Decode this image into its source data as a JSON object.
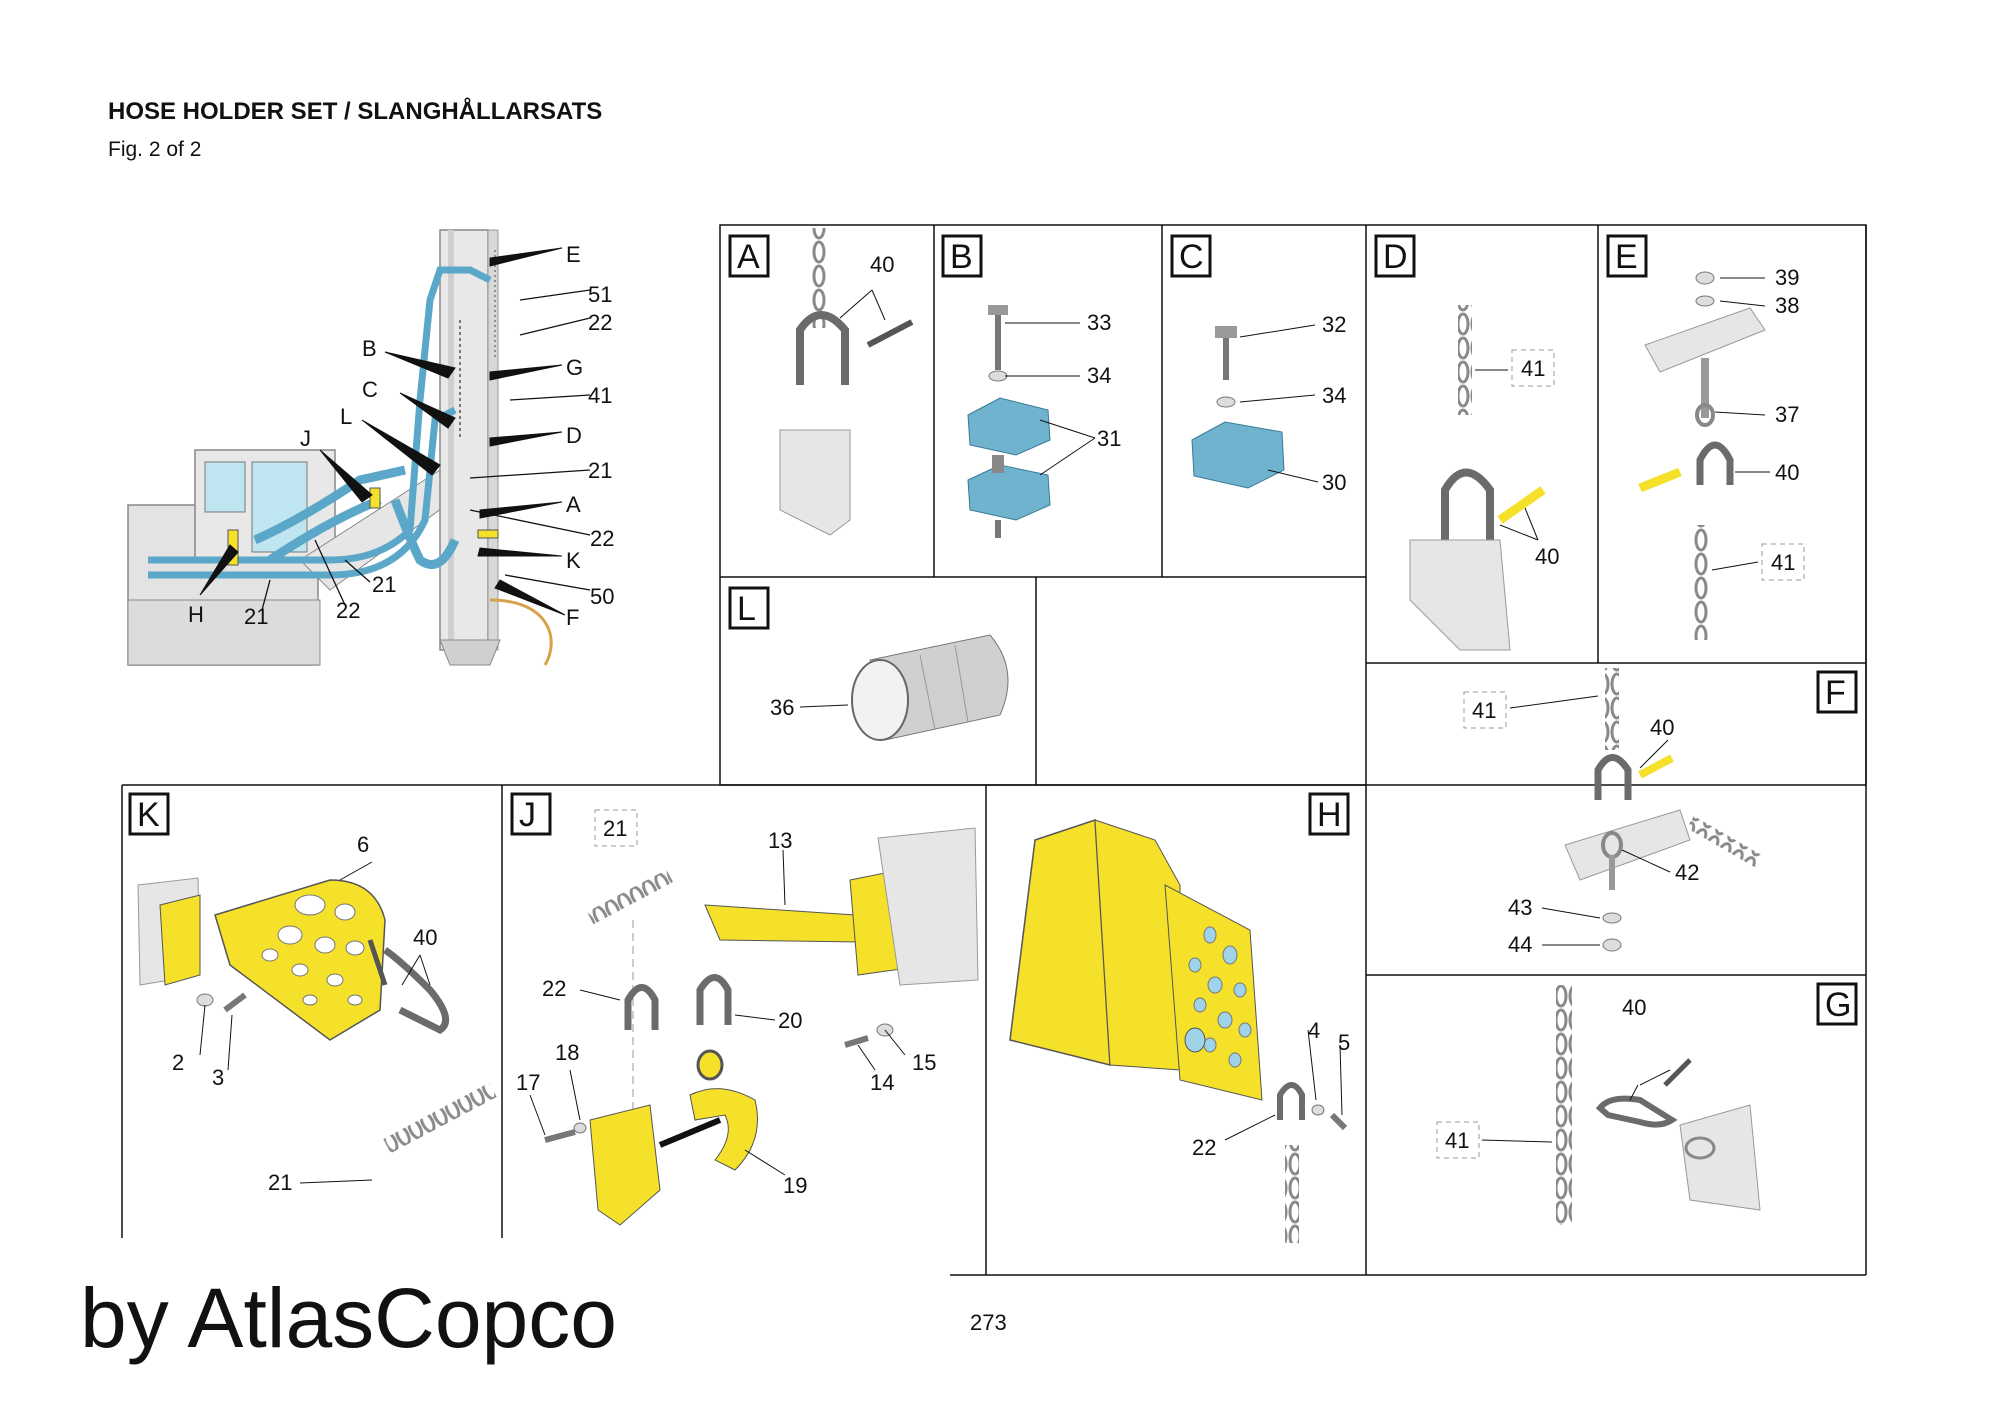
{
  "header": {
    "title": "HOSE HOLDER SET / SLANGHÅLLARSATS",
    "subtitle": "Fig. 2 of 2"
  },
  "watermark": "by AtlasCopco",
  "page_number": "273",
  "colors": {
    "frame": "#111111",
    "hose_blue": "#5aa7c9",
    "part_yellow": "#f5e02a",
    "clamp_blue": "#6fb3cf",
    "chain_grey": "#bdbdbd",
    "machine_grey": "#e3e3e3"
  },
  "overview": {
    "callouts_left": [
      "B",
      "C",
      "L",
      "J",
      "H",
      "21",
      "22",
      "21"
    ],
    "callouts_right": [
      "E",
      "51",
      "22",
      "G",
      "41",
      "D",
      "21",
      "A",
      "22",
      "K",
      "50",
      "F"
    ]
  },
  "panels": {
    "A": {
      "letter": "A",
      "labels": [
        "40"
      ]
    },
    "B": {
      "letter": "B",
      "labels": [
        "33",
        "34",
        "31"
      ]
    },
    "C": {
      "letter": "C",
      "labels": [
        "32",
        "34",
        "30"
      ]
    },
    "D": {
      "letter": "D",
      "labels": [
        "41",
        "40"
      ]
    },
    "E": {
      "letter": "E",
      "labels": [
        "39",
        "38",
        "37",
        "40",
        "41"
      ]
    },
    "L": {
      "letter": "L",
      "labels": [
        "36"
      ]
    },
    "F": {
      "letter": "F",
      "labels": [
        "41",
        "40",
        "42",
        "43",
        "44"
      ]
    },
    "K": {
      "letter": "K",
      "labels": [
        "6",
        "40",
        "2",
        "3",
        "21"
      ]
    },
    "J": {
      "letter": "J",
      "labels": [
        "21",
        "13",
        "22",
        "20",
        "15",
        "18",
        "17",
        "14",
        "19"
      ]
    },
    "H": {
      "letter": "H",
      "labels": [
        "4",
        "5",
        "22"
      ]
    },
    "G": {
      "letter": "G",
      "labels": [
        "40",
        "41"
      ]
    }
  }
}
